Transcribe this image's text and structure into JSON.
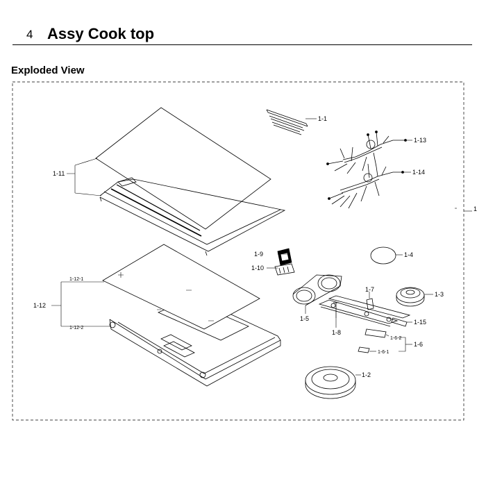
{
  "header": {
    "section_number": "4",
    "section_title": "Assy Cook top"
  },
  "subtitle": "Exploded View",
  "callouts": {
    "c1": "1",
    "c1_1": "1-1",
    "c1_2": "1-2",
    "c1_3": "1-3",
    "c1_4": "1-4",
    "c1_5": "1-5",
    "c1_6": "1-6",
    "c1_6_1": "1-6-1",
    "c1_6_2": "1-6-2",
    "c1_7": "1-7",
    "c1_8": "1-8",
    "c1_9": "1-9",
    "c1_10": "1-10",
    "c1_11": "1-11",
    "c1_12": "1-12",
    "c1_12_1": "1-12-1",
    "c1_12_2": "1-12-2",
    "c1_13": "1-13",
    "c1_14": "1-14",
    "c1_15": "1-15"
  }
}
